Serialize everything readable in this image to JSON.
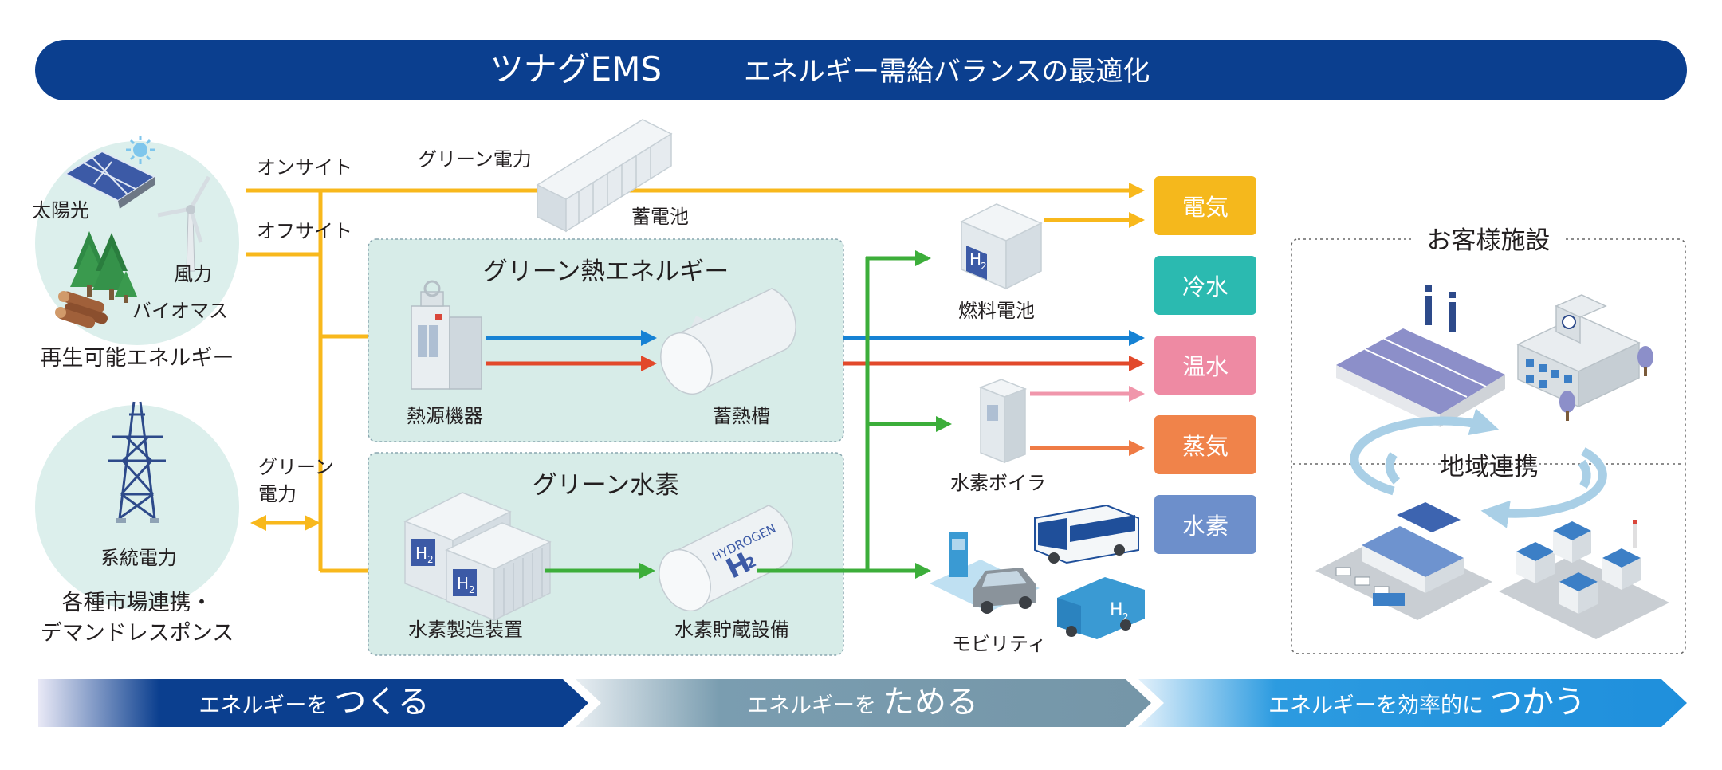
{
  "header": {
    "title_main": "ツナグEMS",
    "title_sub": "エネルギー需給バランスの最適化"
  },
  "sources": {
    "renewable": {
      "solar": "太陽光",
      "wind": "風力",
      "biomass": "バイオマス",
      "caption": "再生可能エネルギー"
    },
    "grid": {
      "label": "系統電力",
      "caption_line1": "各種市場連携・",
      "caption_line2": "デマンドレスポンス"
    }
  },
  "lines": {
    "onsite": "オンサイト",
    "offsite": "オフサイト",
    "green_power": "グリーン電力",
    "green_power_line1": "グリーン",
    "green_power_line2": "電力"
  },
  "storage": {
    "battery": "蓄電池"
  },
  "heat_box": {
    "title": "グリーン熱エネルギー",
    "heat_source": "熱源機器",
    "heat_tank": "蓄熱槽"
  },
  "hydrogen_box": {
    "title": "グリーン水素",
    "production": "水素製造装置",
    "storage": "水素貯蔵設備",
    "tank_text": "HYDROGEN",
    "h2_symbol": "H",
    "h2_sub": "2"
  },
  "conversion": {
    "fuel_cell": "燃料電池",
    "boiler": "水素ボイラ",
    "mobility": "モビリティ"
  },
  "outputs": [
    {
      "label": "電気",
      "color": "#f5b81c"
    },
    {
      "label": "冷水",
      "color": "#2bbab0"
    },
    {
      "label": "温水",
      "color": "#ee8aa3"
    },
    {
      "label": "蒸気",
      "color": "#f0834a"
    },
    {
      "label": "水素",
      "color": "#6d8fcb"
    }
  ],
  "facility": {
    "title": "お客様施設",
    "collaboration": "地域連携"
  },
  "footer": [
    {
      "prefix": "エネルギーを",
      "emphasis": "つくる"
    },
    {
      "prefix": "エネルギーを",
      "emphasis": "ためる"
    },
    {
      "prefix": "エネルギーを効率的に",
      "emphasis": "つかう"
    }
  ],
  "colors": {
    "navy": "#0b3f8f",
    "yellow_line": "#f8b81c",
    "blue_line": "#1682d4",
    "red_line": "#e2492b",
    "green_line": "#3cae3a",
    "pink_line": "#f096ab",
    "orange_line": "#ef7b45",
    "box_fill": "#d7ece8",
    "circle_fill": "#dcefec"
  }
}
